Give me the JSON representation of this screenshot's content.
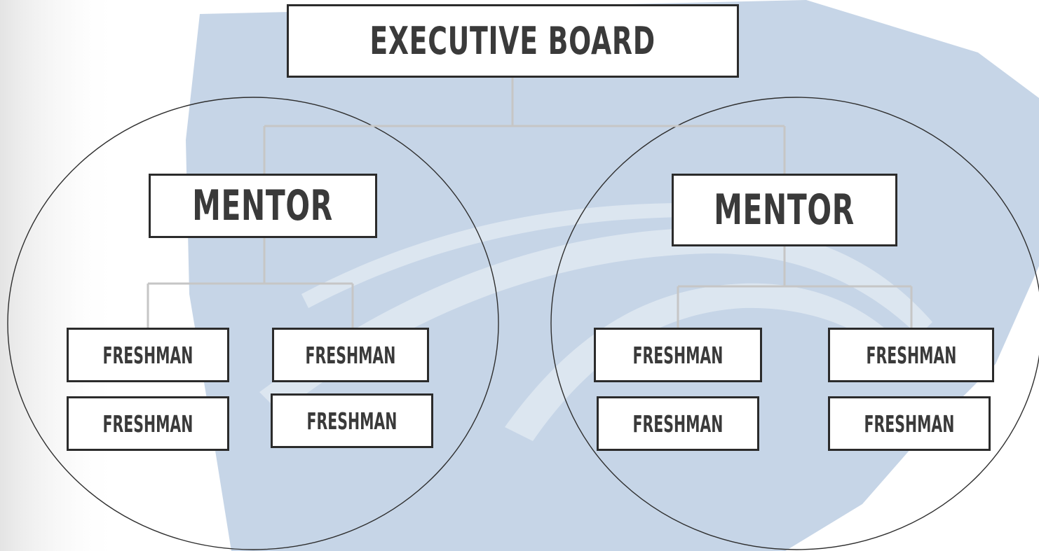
{
  "colors": {
    "background": "#ffffff",
    "watermark_shape": "#c3d3e6",
    "watermark_stripe": "#dbe5f0",
    "connector": "#c6c6c6",
    "box_border": "#2b2b2b",
    "text": "#3a3a3a",
    "circle_outline": "#2e2e2e"
  },
  "executive": {
    "label": "EXECUTIVE BOARD"
  },
  "groups": [
    {
      "mentor": {
        "label": "MENTOR"
      },
      "freshmen": [
        {
          "label": "FRESHMAN"
        },
        {
          "label": "FRESHMAN"
        },
        {
          "label": "FRESHMAN"
        },
        {
          "label": "FRESHMAN"
        }
      ]
    },
    {
      "mentor": {
        "label": "MENTOR"
      },
      "freshmen": [
        {
          "label": "FRESHMAN"
        },
        {
          "label": "FRESHMAN"
        },
        {
          "label": "FRESHMAN"
        },
        {
          "label": "FRESHMAN"
        }
      ]
    }
  ]
}
